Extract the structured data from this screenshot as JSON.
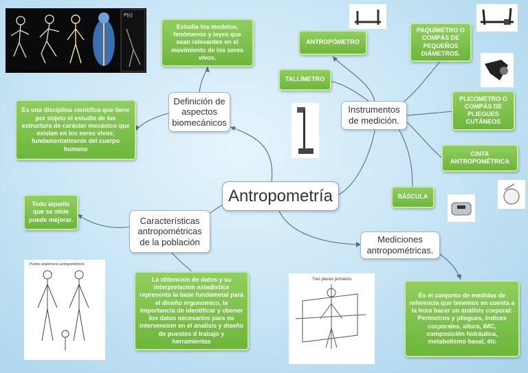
{
  "central": "Antropometría",
  "definicion": {
    "title": "Definición de aspectos biomecánicos",
    "desc": "Estudia los modelos, fenómenos y leyes que sean relevantes en el movimiento de los seres vivos.",
    "def": "Es una disciplina científica que tiene por objeto el estudio de las estructura de carácter mecánico que existen en los seres vivos, fundamentalmente del cuerpo humano"
  },
  "instrumentos": {
    "title": "Instrumentos de medición.",
    "items": [
      "ANTROPÓMETRO",
      "PAQUÍMETRO O COMPÁS DE PEQUEÑOS DIÁMETROS.",
      "TALLÍMETRO",
      "PLICÓMETRO O COMPÁS DE PLIEGUES CUTÁNEOS",
      "CINTA ANTROPOMÉTRICA",
      "BÁSCULA"
    ]
  },
  "caracteristicas": {
    "title": "Características antropométricas de la población",
    "mejorar": "Todo aquello que se mide puede mejorar.",
    "desc": "La obtencion de datos y su interpretacion estadistica representa la base fundametal para el diseño ergonomico, la importancia de identificar y obener los datos necesarios para su intervencion en el analisis y diseño de puestos d trabajo y herramientas"
  },
  "mediciones": {
    "title": "Mediciones antropométricas.",
    "desc": "Es el conjunto de medidas de referencia que tenemos en cuenta a la hora hacer un análisis corporal: Perímetros y pliegues, índices corporales, altura, IMC, composición hidráulica, metabolismo basal, étc"
  },
  "images": {
    "biomech_label": "P(c)",
    "planes_title": "Tres planos primarios",
    "anatomy_title": "Puntos anatómicos antropométricos"
  }
}
